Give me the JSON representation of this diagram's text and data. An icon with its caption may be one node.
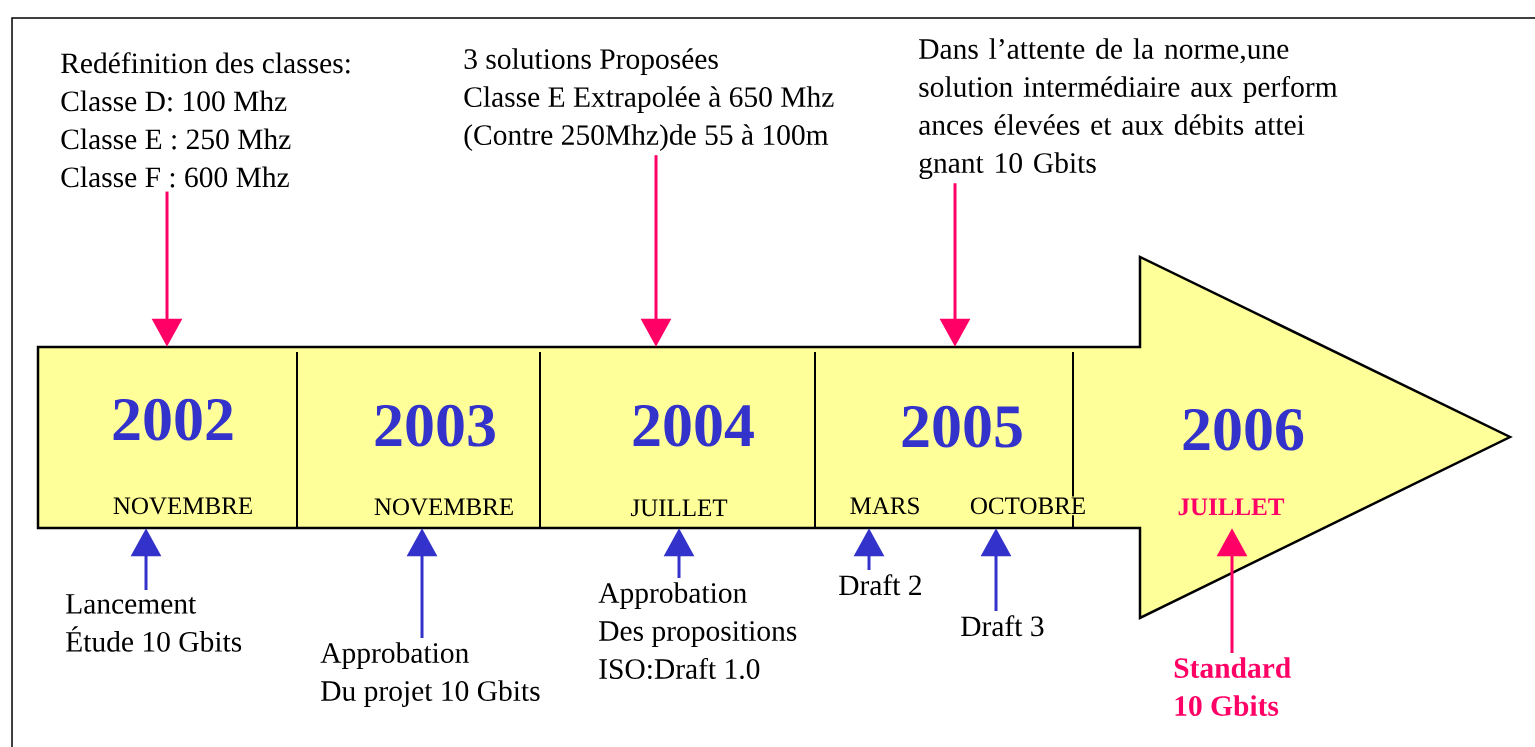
{
  "diagram": {
    "nodes": [
      {
        "text": [],
        "shape": "arrow"
      },
      {
        "text": [
          "2002",
          "NOVEMBRE"
        ],
        "in": 0
      },
      {
        "text": [
          "2003",
          "NOVEMBRE"
        ],
        "in": 0
      },
      {
        "text": [
          "2004",
          "JUILLET"
        ],
        "in": 0
      },
      {
        "text": [
          "2005",
          "MARS",
          "OCTOBRE"
        ],
        "in": 0
      },
      {
        "text": [
          "2006",
          "JUILLET"
        ],
        "in": 0
      },
      {
        "text": [
          "Redéfinition des classes:",
          "Classe D: 100 Mhz",
          "Classe E : 250 Mhz",
          "Classe F : 600 Mhz"
        ]
      },
      {
        "text": [
          "3 solutions Proposées",
          "Classe E Extrapolée à 650 Mhz",
          "(Contre 250Mhz)de 55 à 100m"
        ]
      },
      {
        "text": [
          "Dans l’attente de la norme,une solution intermédiaire aux perform ances élevées et aux débits attei gnant 10 Gbits"
        ]
      },
      {
        "text": [
          "Lancement",
          "Étude 10 Gbits"
        ]
      },
      {
        "text": [
          "Approbation",
          "Du projet 10 Gbits"
        ]
      },
      {
        "text": [
          "Approbation",
          "Des propositions",
          "ISO:Draft 1.0"
        ]
      },
      {
        "text": [
          "Draft 2"
        ]
      },
      {
        "text": [
          "Draft 3"
        ]
      },
      {
        "text": [
          "Standard",
          "10 Gbits"
        ]
      }
    ],
    "edges": [
      {
        "from": 6,
        "to": 1,
        "arrow": "to",
        "color": "#ff0066"
      },
      {
        "from": 7,
        "to": 3,
        "arrow": "to",
        "color": "#ff0066"
      },
      {
        "from": 8,
        "to": 4,
        "arrow": "to",
        "color": "#ff0066"
      },
      {
        "from": 9,
        "to": 1,
        "arrow": "to",
        "color": "#3333cc"
      },
      {
        "from": 10,
        "to": 2,
        "arrow": "to",
        "color": "#3333cc"
      },
      {
        "from": 11,
        "to": 3,
        "arrow": "to",
        "color": "#3333cc"
      },
      {
        "from": 12,
        "to": 4,
        "arrow": "to",
        "color": "#3333cc"
      },
      {
        "from": 13,
        "to": 4,
        "arrow": "to",
        "color": "#3333cc"
      },
      {
        "from": 14,
        "to": 5,
        "arrow": "to",
        "color": "#ff0066"
      }
    ]
  }
}
